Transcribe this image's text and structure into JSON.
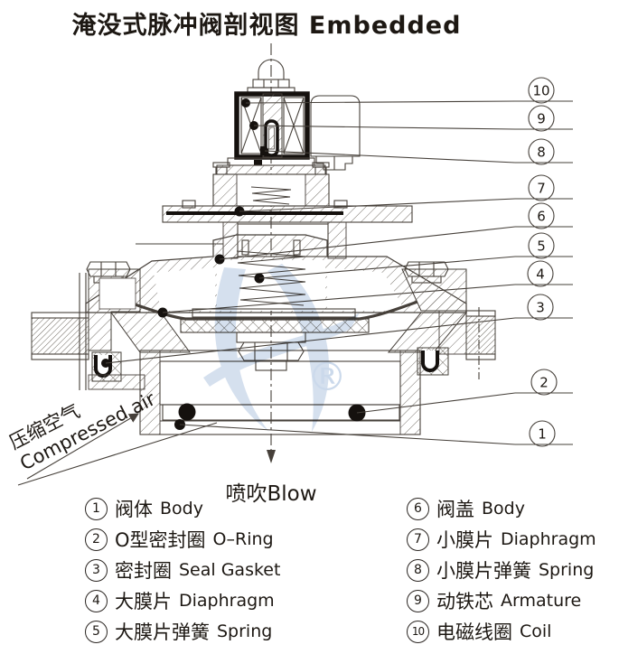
{
  "title": "淹没式脉冲阀剖视图 Embedded",
  "diagram": {
    "callouts": [
      "10",
      "9",
      "8",
      "7",
      "6",
      "5",
      "4",
      "3",
      "2",
      "1"
    ],
    "labels": {
      "compressed_air_cn": "压缩空气",
      "compressed_air_en": "Compressed air",
      "blow": "喷吹Blow",
      "registered": "®"
    },
    "colors": {
      "line": "#46403a",
      "solid_black": "#15110e",
      "watermark_blue": "#c7d6e9"
    }
  },
  "legend": {
    "left": [
      {
        "num": "1",
        "cn": "阀体",
        "en": "Body"
      },
      {
        "num": "2",
        "cn": "O型密封圈",
        "en": "O–Ring"
      },
      {
        "num": "3",
        "cn": "密封圈",
        "en": "Seal Gasket"
      },
      {
        "num": "4",
        "cn": "大膜片",
        "en": "Diaphragm"
      },
      {
        "num": "5",
        "cn": "大膜片弹簧",
        "en": "Spring"
      }
    ],
    "right": [
      {
        "num": "6",
        "cn": "阀盖",
        "en": "Body"
      },
      {
        "num": "7",
        "cn": "小膜片",
        "en": "Diaphragm"
      },
      {
        "num": "8",
        "cn": "小膜片弹簧",
        "en": "Spring"
      },
      {
        "num": "9",
        "cn": "动铁芯",
        "en": "Armature"
      },
      {
        "num": "10",
        "cn": "电磁线圈",
        "en": "Coil"
      }
    ]
  }
}
